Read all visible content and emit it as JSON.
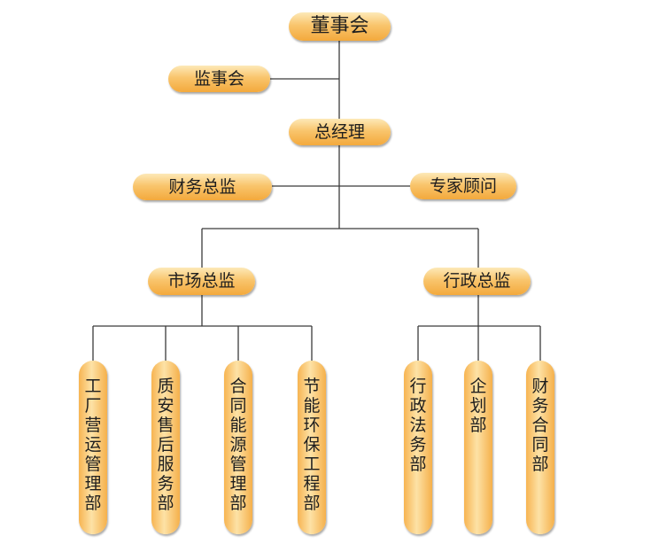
{
  "nodes": {
    "board": "董事会",
    "supervisors": "监事会",
    "gm": "总经理",
    "finance_director": "财务总监",
    "expert_advisor": "专家顾问",
    "marketing_director": "市场总监",
    "admin_director": "行政总监",
    "dept1": "工厂营运管理部",
    "dept2": "质安售后服务部",
    "dept3": "合同能源管理部",
    "dept4": "节能环保工程部",
    "dept5": "行政法务部",
    "dept6": "企划部",
    "dept7": "财务合同部"
  },
  "colors": {
    "pill_light": "#fde9b8",
    "pill_dark": "#f3a93c",
    "line": "#3a3a3a"
  }
}
